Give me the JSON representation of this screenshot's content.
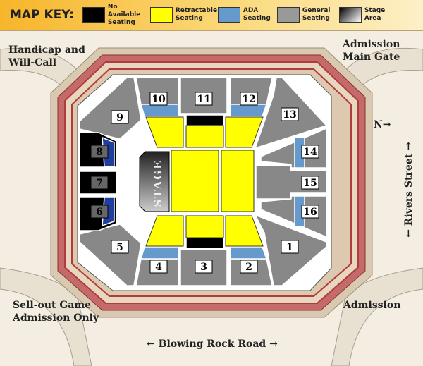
{
  "map_key": {
    "title": "MAP KEY:",
    "items": [
      {
        "label1": "No Available",
        "label2": "Seating",
        "color": "#000000"
      },
      {
        "label1": "Retractable",
        "label2": "Seating",
        "color": "#ffff00"
      },
      {
        "label1": "ADA",
        "label2": "Seating",
        "color": "#6699cc"
      },
      {
        "label1": "General",
        "label2": "Seating",
        "color": "#999999"
      },
      {
        "label1": "Stage",
        "label2": "Area",
        "color": "#444444"
      }
    ]
  },
  "stage_label": "STAGE",
  "sections": [
    "1",
    "2",
    "3",
    "4",
    "5",
    "6",
    "7",
    "8",
    "9",
    "10",
    "11",
    "12",
    "13",
    "14",
    "15",
    "16"
  ],
  "labels": {
    "handicap1": "Handicap and",
    "handicap2": "Will-Call",
    "main_gate1": "Admission",
    "main_gate2": "Main Gate",
    "north": "N→",
    "rivers": "← Rivers Street →",
    "sellout1": "Sell-out Game",
    "sellout2": "Admission Only",
    "admission": "Admission",
    "road": "←  Blowing Rock Road  →"
  }
}
